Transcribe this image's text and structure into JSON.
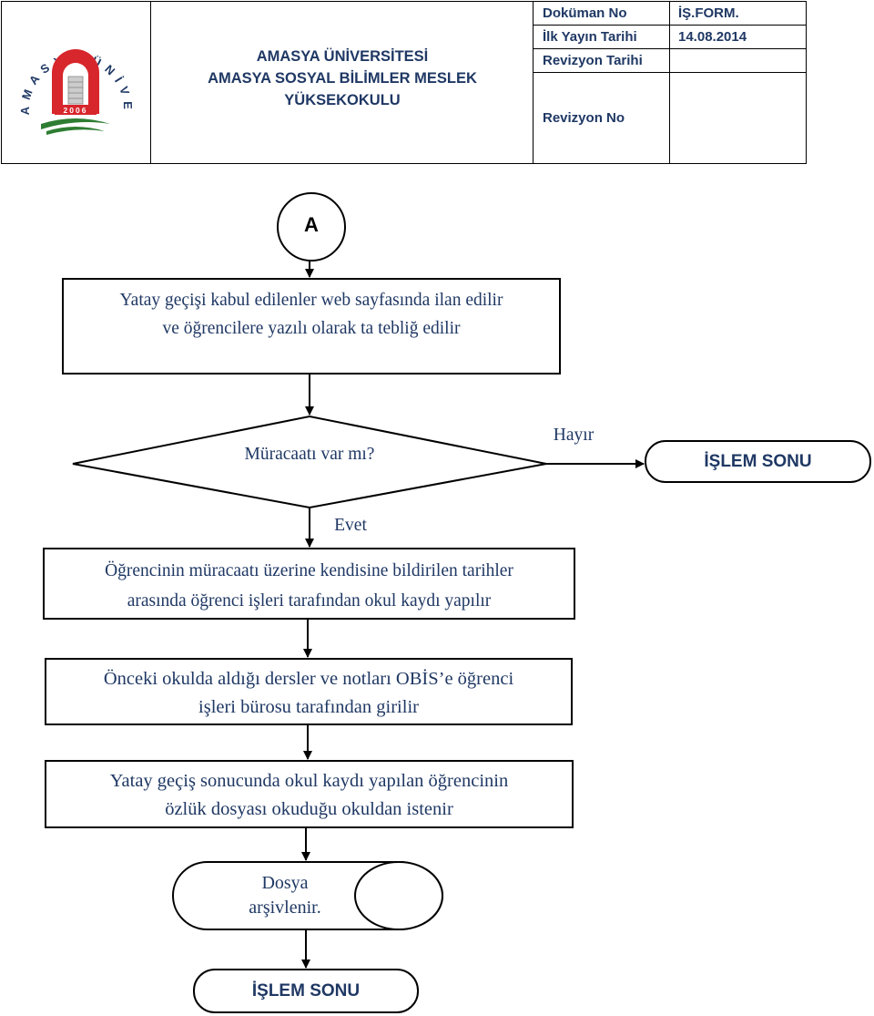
{
  "header": {
    "institution_lines": [
      "AMASYA ÜNİVERSİTESİ",
      "AMASYA SOSYAL BİLİMLER MESLEK",
      "YÜKSEKOKULU"
    ],
    "logo": {
      "arc_text": "AMASYA ÜNİVERSİTESİ",
      "year": "2006",
      "icon": "university-logo"
    },
    "meta": [
      {
        "label": "Doküman No",
        "value": "İŞ.FORM."
      },
      {
        "label": "İlk Yayın Tarihi",
        "value": "14.08.2014"
      },
      {
        "label": "Revizyon Tarihi",
        "value": ""
      },
      {
        "label": "Revizyon No",
        "value": ""
      }
    ]
  },
  "flow": {
    "connector": "A",
    "step1": [
      "Yatay geçişi kabul edilenler web sayfasında ilan edilir",
      "ve öğrencilere yazılı olarak ta tebliğ edilir"
    ],
    "decision": "Müracaatı var mı?",
    "no_label": "Hayır",
    "yes_label": "Evet",
    "end_no": "İŞLEM SONU",
    "step2": [
      "Öğrencinin müracaatı üzerine kendisine bildirilen tarihler",
      "arasında öğrenci işleri tarafından okul kaydı yapılır"
    ],
    "step3": [
      "Önceki okulda aldığı dersler ve notları OBİS’e öğrenci",
      "işleri bürosu tarafından girilir"
    ],
    "step4": [
      "Yatay geçiş sonucunda okul kaydı yapılan öğrencinin",
      "özlük dosyası okuduğu okuldan istenir"
    ],
    "storage": [
      "Dosya",
      "arşivlenir."
    ],
    "end_final": "İŞLEM SONU"
  },
  "colors": {
    "text_blue": "#1f3864",
    "line": "#000000",
    "logo_red": "#d7262c",
    "logo_green": "#2e7d32"
  }
}
